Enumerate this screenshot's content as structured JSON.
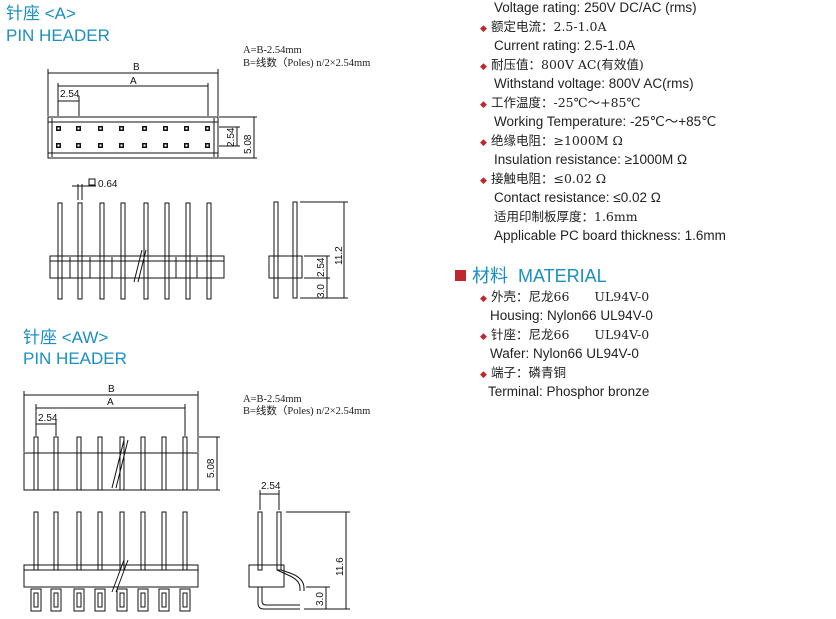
{
  "colors": {
    "title": "#1a8fc4",
    "bullet": "#c0272d",
    "line": "#111111"
  },
  "header_a": {
    "title_cn": "针座 <A>",
    "title_en": "PIN HEADER"
  },
  "header_aw": {
    "title_cn": "针座 <AW>",
    "title_en": "PIN HEADER"
  },
  "formula_a": {
    "line1": "A=B-2.54mm",
    "line2": "B=线数（Poles) n/2×2.54mm"
  },
  "formula_aw": {
    "line1": "A=B-2.54mm",
    "line2": "B=线数（Poles) n/2×2.54mm"
  },
  "dims_a": {
    "B": "B",
    "A": "A",
    "pitch": "2.54",
    "row_pitch": "2.54",
    "width": "5.08",
    "pin_sq": "0.64",
    "height": "11.2",
    "base": "2.54",
    "tail": "3.0"
  },
  "dims_aw": {
    "B": "B",
    "A": "A",
    "pitch": "2.54",
    "width": "5.08",
    "side_pitch": "2.54",
    "height": "11.6",
    "tail": "3.0"
  },
  "specs": {
    "voltage_en": "Voltage rating: 250V DC/AC (rms)",
    "current_cn": "额定电流：2.5-1.0A",
    "current_en": "Current rating: 2.5-1.0A",
    "withstand_cn": "耐压值：800V AC(有效值)",
    "withstand_en": "Withstand voltage: 800V AC(rms)",
    "temp_cn": "工作温度：-25℃～+85℃",
    "temp_en": "Working Temperature: -25℃～+85℃",
    "insulation_cn": "绝缘电阻：≥1000M Ω",
    "insulation_en": "Insulation resistance: ≥1000M Ω",
    "contact_cn": "接触电阻：≤0.02 Ω",
    "contact_en": "Contact resistance: ≤0.02 Ω",
    "board_cn": "适用印制板厚度：1.6mm",
    "board_en": "Applicable PC board thickness: 1.6mm"
  },
  "material": {
    "title_cn": "材料",
    "title_en": "MATERIAL",
    "housing_cn": "外壳：尼龙66　　UL94V-0",
    "housing_en": "Housing:  Nylon66   UL94V-0",
    "wafer_cn": "针座：尼龙66　　UL94V-0",
    "wafer_en": "Wafer:  Nylon66   UL94V-0",
    "terminal_cn": "端子：磷青铜",
    "terminal_en": "Terminal:  Phosphor bronze"
  }
}
